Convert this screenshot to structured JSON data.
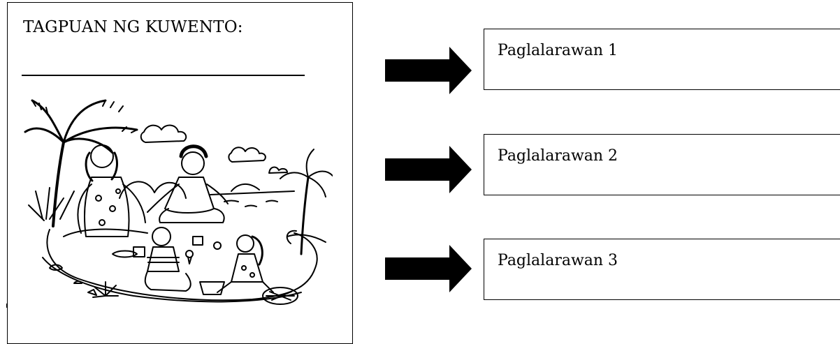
{
  "setting_panel": {
    "title": "TAGPUAN NG KUWENTO:",
    "image_icon": "beach-picnic-illustration"
  },
  "descriptions": [
    {
      "label": "Paglalarawan 1",
      "arrow_icon": "right-arrow-icon"
    },
    {
      "label": "Paglalarawan 2",
      "arrow_icon": "right-arrow-icon"
    },
    {
      "label": "Paglalarawan 3",
      "arrow_icon": "right-arrow-icon"
    }
  ]
}
